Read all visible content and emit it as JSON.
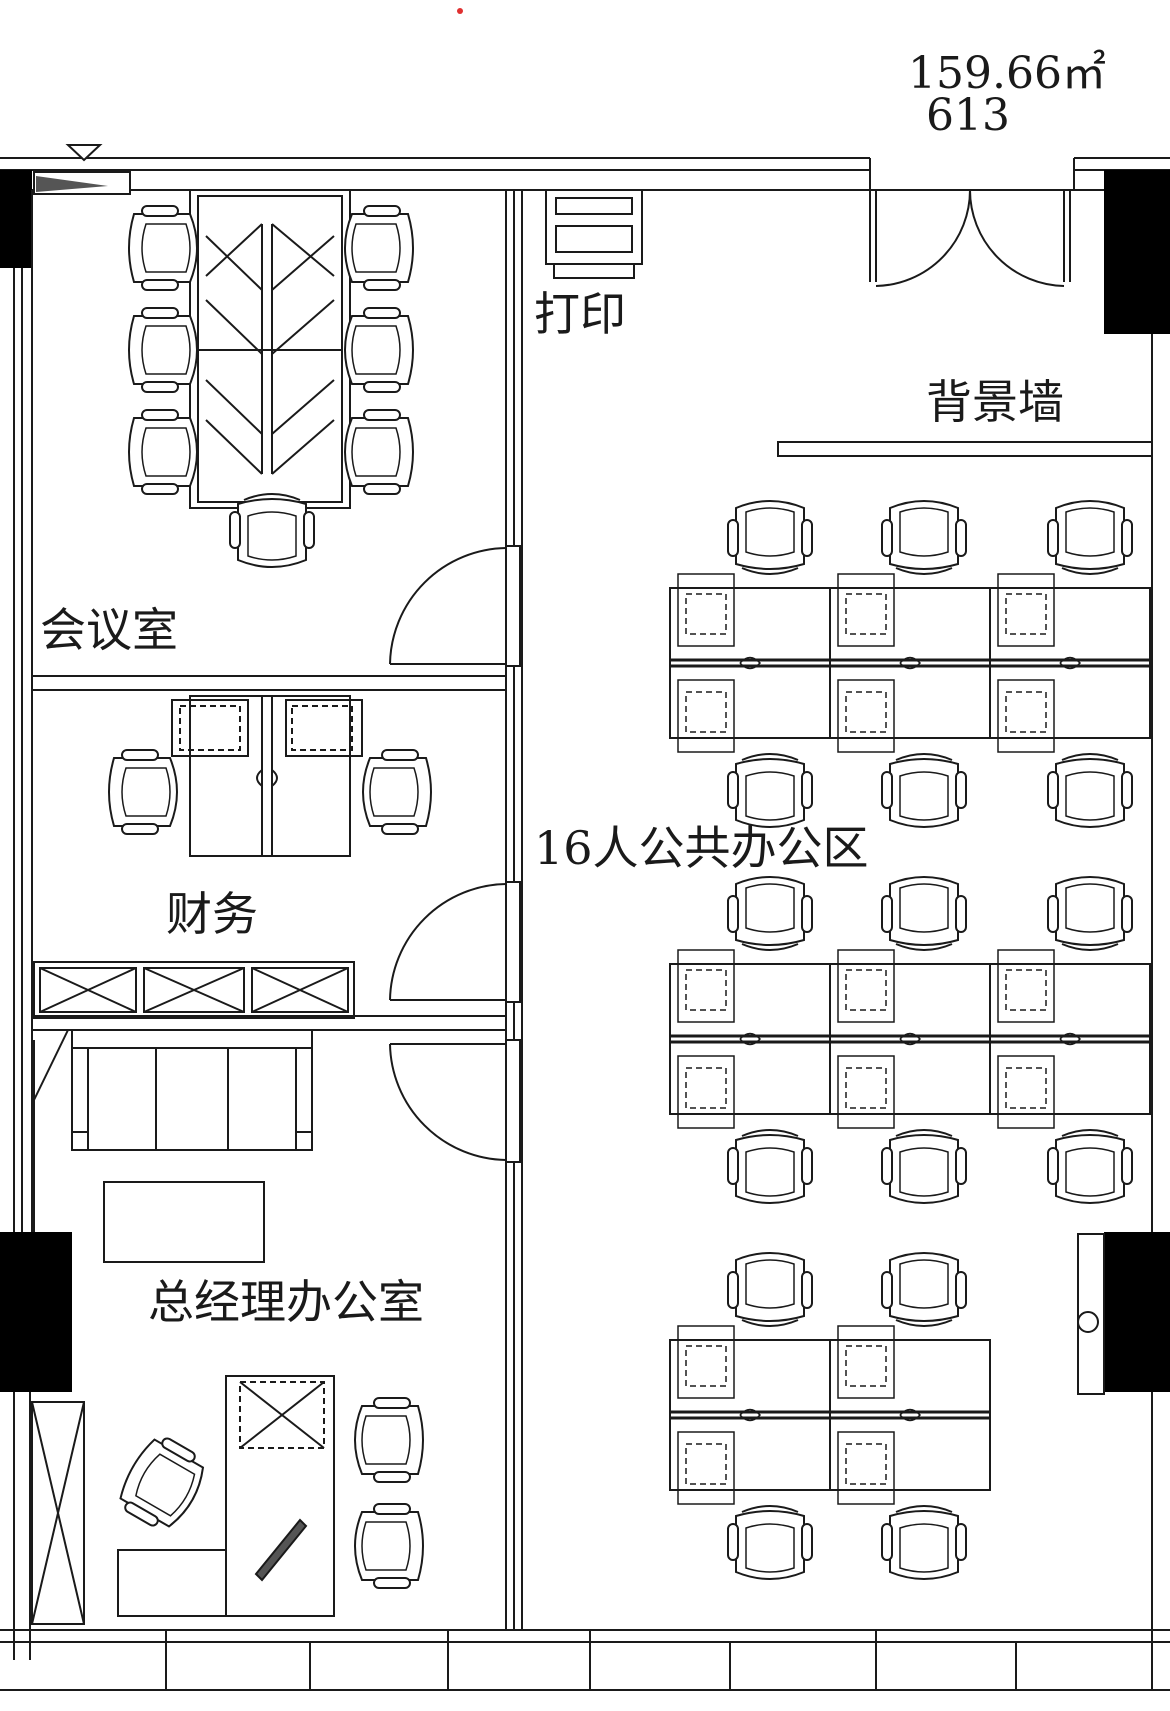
{
  "plan": {
    "area": "159.66㎡",
    "unit_number": "613",
    "rooms": {
      "meeting": "会议室",
      "finance": "财务",
      "gm_office": "总经理办公室",
      "print": "打印",
      "background_wall": "背景墙",
      "open_office": "16人公共办公区"
    }
  },
  "colors": {
    "line": "#1a1a1a",
    "wall": "#000000",
    "background": "#ffffff",
    "marker": "#e03030"
  }
}
